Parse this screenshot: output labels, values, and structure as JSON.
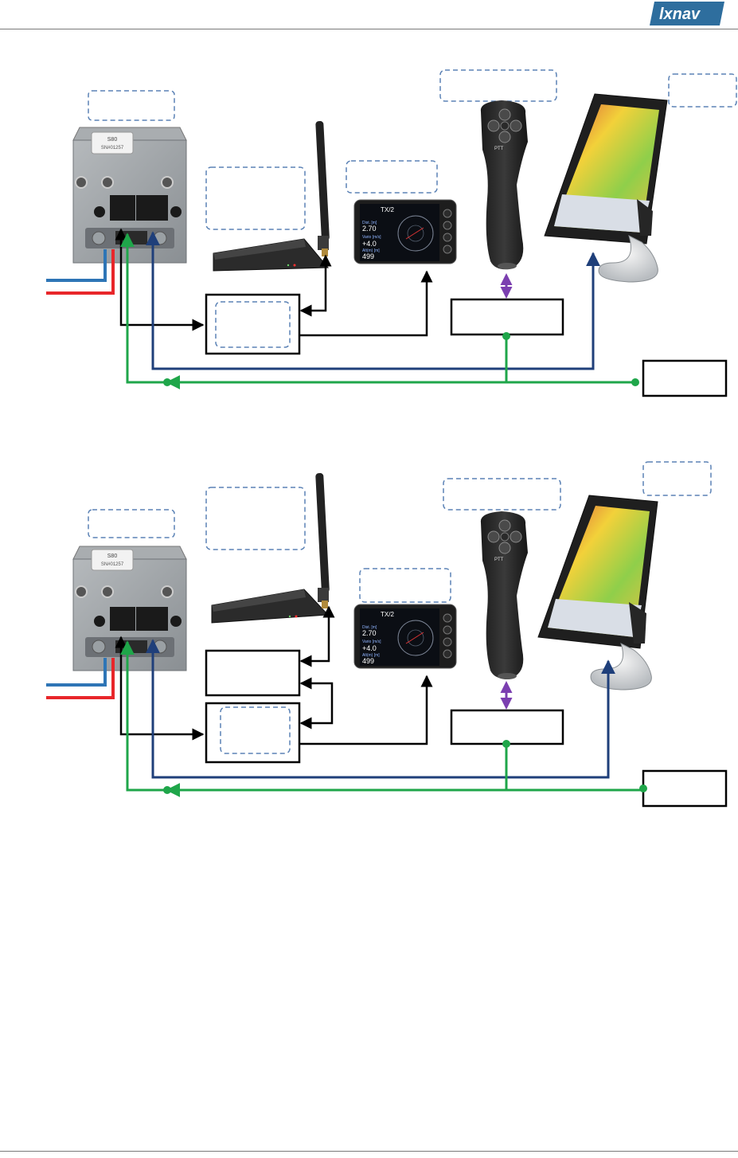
{
  "header": {
    "logo_text": "lxnav",
    "brand_color": "#2e6e9e"
  },
  "device_text": {
    "s80_model": "S80",
    "s80_serial": "SN#01257",
    "vario_title": "TX/2",
    "vario_field1_label": "Dist. [m]",
    "vario_field1_value": "2.70",
    "vario_field2_label": "Vario [m/s]",
    "vario_field2_value": "+4.0",
    "vario_field3_label": "Alt(m) [m]",
    "vario_field3_value": "499",
    "stick_ptt": "PTT"
  },
  "colors": {
    "power_plus": "#e8262a",
    "power_minus": "#2e75b6",
    "can_bus": "#1fa64a",
    "rs232": "#1f3f7a",
    "data_link": "#000000",
    "stick_link": "#7b3fb0",
    "placeholder_dash": "#5b82b5"
  },
  "diagrams": [
    {
      "id": "diagram-top",
      "variant": "single-splitter"
    },
    {
      "id": "diagram-bottom",
      "variant": "double-splitter"
    }
  ]
}
